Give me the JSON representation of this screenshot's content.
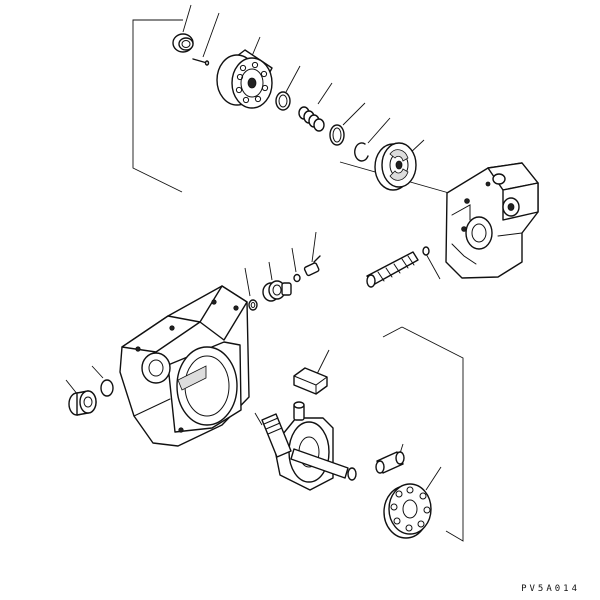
{
  "figure": {
    "drawing_code": "PV5A014",
    "colors": {
      "line": "#111111",
      "background": "#ffffff"
    },
    "parts": [
      "bearing-ring",
      "pin",
      "cylinder-block",
      "retainer-ring-upper",
      "coil-spring",
      "spacer-ring",
      "snap-ring",
      "valve-plate",
      "end-cap-housing",
      "spool-valve",
      "spool-o-ring",
      "adjusting-screw",
      "small-o-ring",
      "adjuster-plug",
      "washer",
      "small-nut",
      "pump-case",
      "end-plug",
      "plug-o-ring",
      "key-block",
      "drive-shaft",
      "swash-plate",
      "piston",
      "retainer-plate"
    ]
  }
}
